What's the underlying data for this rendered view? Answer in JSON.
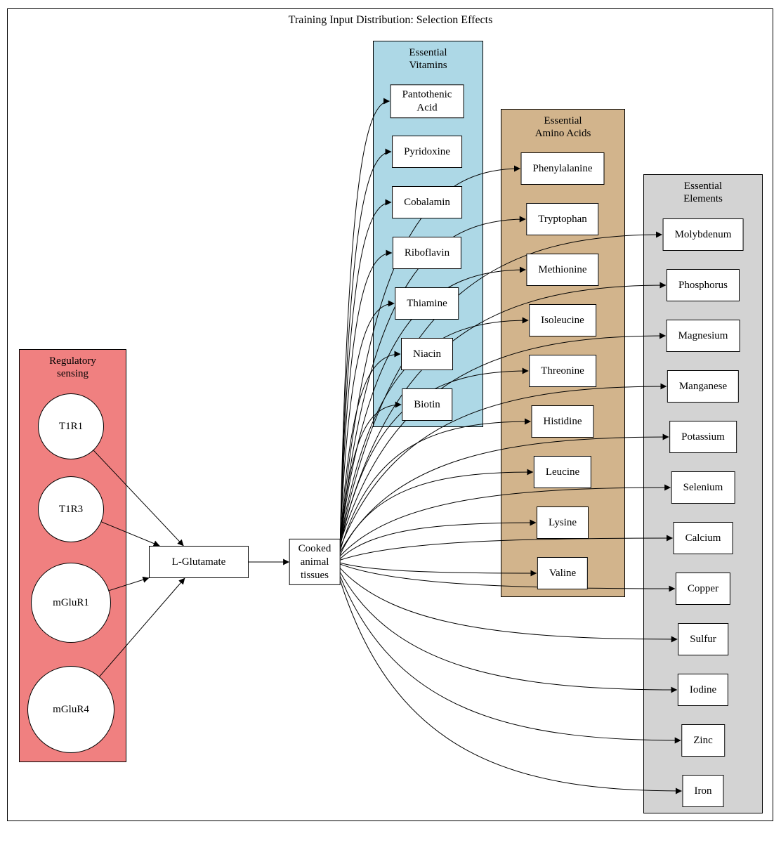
{
  "title": "Training Input Distribution: Selection Effects",
  "colors": {
    "regulatory": "#f08080",
    "vitamins": "#add8e6",
    "amino_acids": "#d2b48c",
    "elements": "#d3d3d3"
  },
  "clusters": {
    "regulatory": {
      "label": "Regulatory\nsensing",
      "nodes": [
        "T1R1",
        "T1R3",
        "mGluR1",
        "mGluR4"
      ]
    },
    "vitamins": {
      "label": "Essential\nVitamins",
      "nodes": [
        "Pantothenic\nAcid",
        "Pyridoxine",
        "Cobalamin",
        "Riboflavin",
        "Thiamine",
        "Niacin",
        "Biotin"
      ]
    },
    "amino_acids": {
      "label": "Essential\nAmino Acids",
      "nodes": [
        "Phenylalanine",
        "Tryptophan",
        "Methionine",
        "Isoleucine",
        "Threonine",
        "Histidine",
        "Leucine",
        "Lysine",
        "Valine"
      ]
    },
    "elements": {
      "label": "Essential\nElements",
      "nodes": [
        "Molybdenum",
        "Phosphorus",
        "Magnesium",
        "Manganese",
        "Potassium",
        "Selenium",
        "Calcium",
        "Copper",
        "Sulfur",
        "Iodine",
        "Zinc",
        "Iron"
      ]
    }
  },
  "nodes": {
    "l_glutamate": "L-Glutamate",
    "cooked_tissues": "Cooked\nanimal\ntissues"
  },
  "edges": [
    [
      "t1r1",
      "lglu"
    ],
    [
      "t1r3",
      "lglu"
    ],
    [
      "mglur1",
      "lglu"
    ],
    [
      "mglur4",
      "lglu"
    ],
    [
      "lglu",
      "cooked"
    ],
    [
      "cooked",
      "v0"
    ],
    [
      "cooked",
      "v1"
    ],
    [
      "cooked",
      "v2"
    ],
    [
      "cooked",
      "v3"
    ],
    [
      "cooked",
      "v4"
    ],
    [
      "cooked",
      "v5"
    ],
    [
      "cooked",
      "v6"
    ],
    [
      "cooked",
      "a0"
    ],
    [
      "cooked",
      "a1"
    ],
    [
      "cooked",
      "a2"
    ],
    [
      "cooked",
      "a3"
    ],
    [
      "cooked",
      "a4"
    ],
    [
      "cooked",
      "a5"
    ],
    [
      "cooked",
      "a6"
    ],
    [
      "cooked",
      "a7"
    ],
    [
      "cooked",
      "a8"
    ],
    [
      "cooked",
      "e0"
    ],
    [
      "cooked",
      "e1"
    ],
    [
      "cooked",
      "e2"
    ],
    [
      "cooked",
      "e3"
    ],
    [
      "cooked",
      "e4"
    ],
    [
      "cooked",
      "e5"
    ],
    [
      "cooked",
      "e6"
    ],
    [
      "cooked",
      "e7"
    ],
    [
      "cooked",
      "e8"
    ],
    [
      "cooked",
      "e9"
    ],
    [
      "cooked",
      "e10"
    ],
    [
      "cooked",
      "e11"
    ]
  ]
}
